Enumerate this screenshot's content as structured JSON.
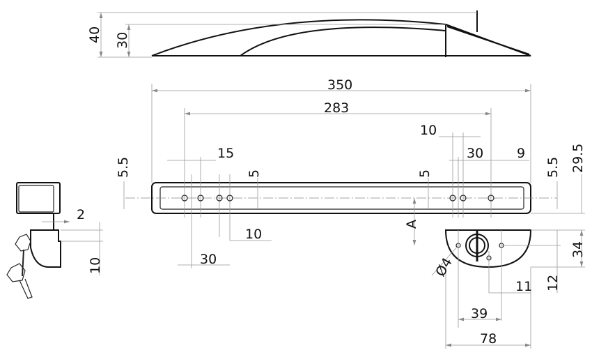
{
  "drawing": {
    "title": "Handle with lock - dimensioned drawing",
    "dimensions": {
      "side_height_total": "40",
      "side_height_arch": "30",
      "overall_length": "350",
      "hole_spacing": "283",
      "right_spacing_10": "10",
      "left_spacing_15": "15",
      "right_spacing_30": "30",
      "right_offset_9": "9",
      "left_height_5_5": "5.5",
      "slot_5_left": "5",
      "slot_5_right": "5",
      "right_height_5_5": "5.5",
      "height_29_5": "29.5",
      "section_a": "A",
      "left_spacing_10": "10",
      "left_spacing_30": "30",
      "key_gap_2": "2",
      "key_height_10": "10",
      "hole_dia": "Ø4",
      "lock_height_34": "34",
      "lock_offset_12": "12",
      "lock_offset_11": "11",
      "lock_width_39": "39",
      "lock_width_78": "78"
    }
  }
}
